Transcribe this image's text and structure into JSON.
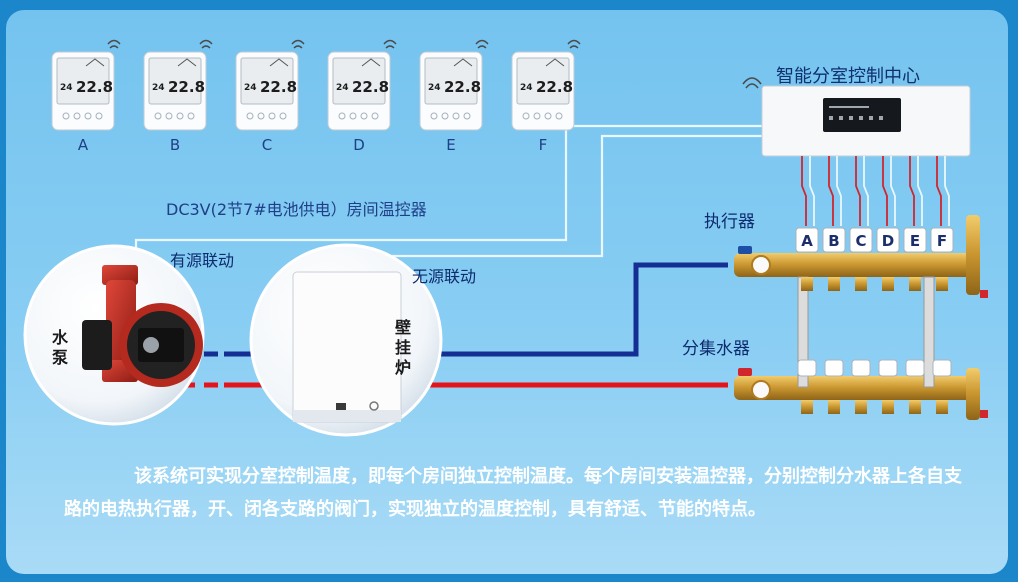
{
  "thermostats": [
    {
      "label": "A",
      "temp_small": "24",
      "temp_big": "22.8"
    },
    {
      "label": "B",
      "temp_small": "24",
      "temp_big": "22.8"
    },
    {
      "label": "C",
      "temp_small": "24",
      "temp_big": "22.8"
    },
    {
      "label": "D",
      "temp_small": "24",
      "temp_big": "22.8"
    },
    {
      "label": "E",
      "temp_small": "24",
      "temp_big": "22.8"
    },
    {
      "label": "F",
      "temp_small": "24",
      "temp_big": "22.8"
    }
  ],
  "thermostat_caption": "DC3V(2节7#电池供电）房间温控器",
  "control_center": {
    "title": "智能分室控制中心"
  },
  "actuator_label": "执行器",
  "actuator_letters": [
    "A",
    "B",
    "C",
    "D",
    "E",
    "F"
  ],
  "manifold_label": "分集水器",
  "active_link_label": "有源联动",
  "passive_link_label": "无源联动",
  "pump_label": "水泵",
  "boiler_label": "壁挂炉",
  "description": "该系统可实现分室控制温度，即每个房间独立控制温度。每个房间安装温控器，分别控制分水器上各自支路的电热执行器，开、闭各支路的阀门，实现独立的温度控制，具有舒适、节能的特点。",
  "colors": {
    "wire": "#e9f7ff",
    "blue_pipe": "#152e93",
    "red_pipe": "#e5131a",
    "actuator_red": "#d1262e",
    "brass": "#c8952f"
  }
}
